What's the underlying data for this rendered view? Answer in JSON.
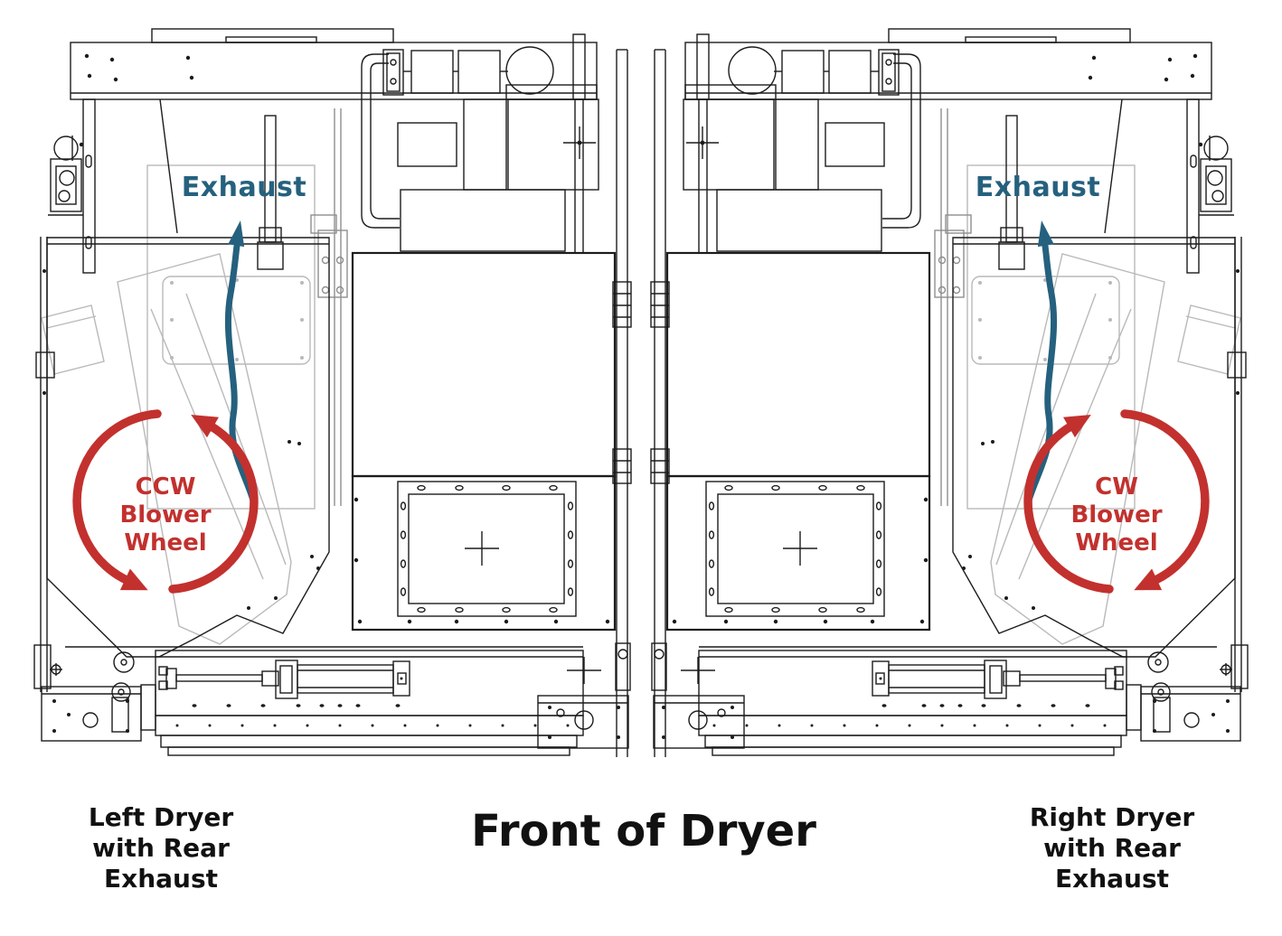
{
  "colors": {
    "line": "#1c1c1c",
    "ghost": "#b9b9b9",
    "ghost2": "#8f8f8f",
    "red": "#c2312e",
    "teal": "#25617e",
    "text": "#111111",
    "bg": "#ffffff"
  },
  "left_dryer": {
    "exhaust_label": "Exhaust",
    "blower_wheel_label": "CCW Blower Wheel",
    "rotation": "CCW",
    "caption": "Left Dryer with Rear Exhaust"
  },
  "right_dryer": {
    "exhaust_label": "Exhaust",
    "blower_wheel_label": "CW Blower Wheel",
    "rotation": "CW",
    "caption": "Right Dryer with Rear Exhaust"
  },
  "footer_title": "Front of Dryer",
  "icons": {
    "exhaust_arrow": "curved-up-arrow",
    "ccw_arrow": "counterclockwise-circular-arrow",
    "cw_arrow": "clockwise-circular-arrow"
  }
}
